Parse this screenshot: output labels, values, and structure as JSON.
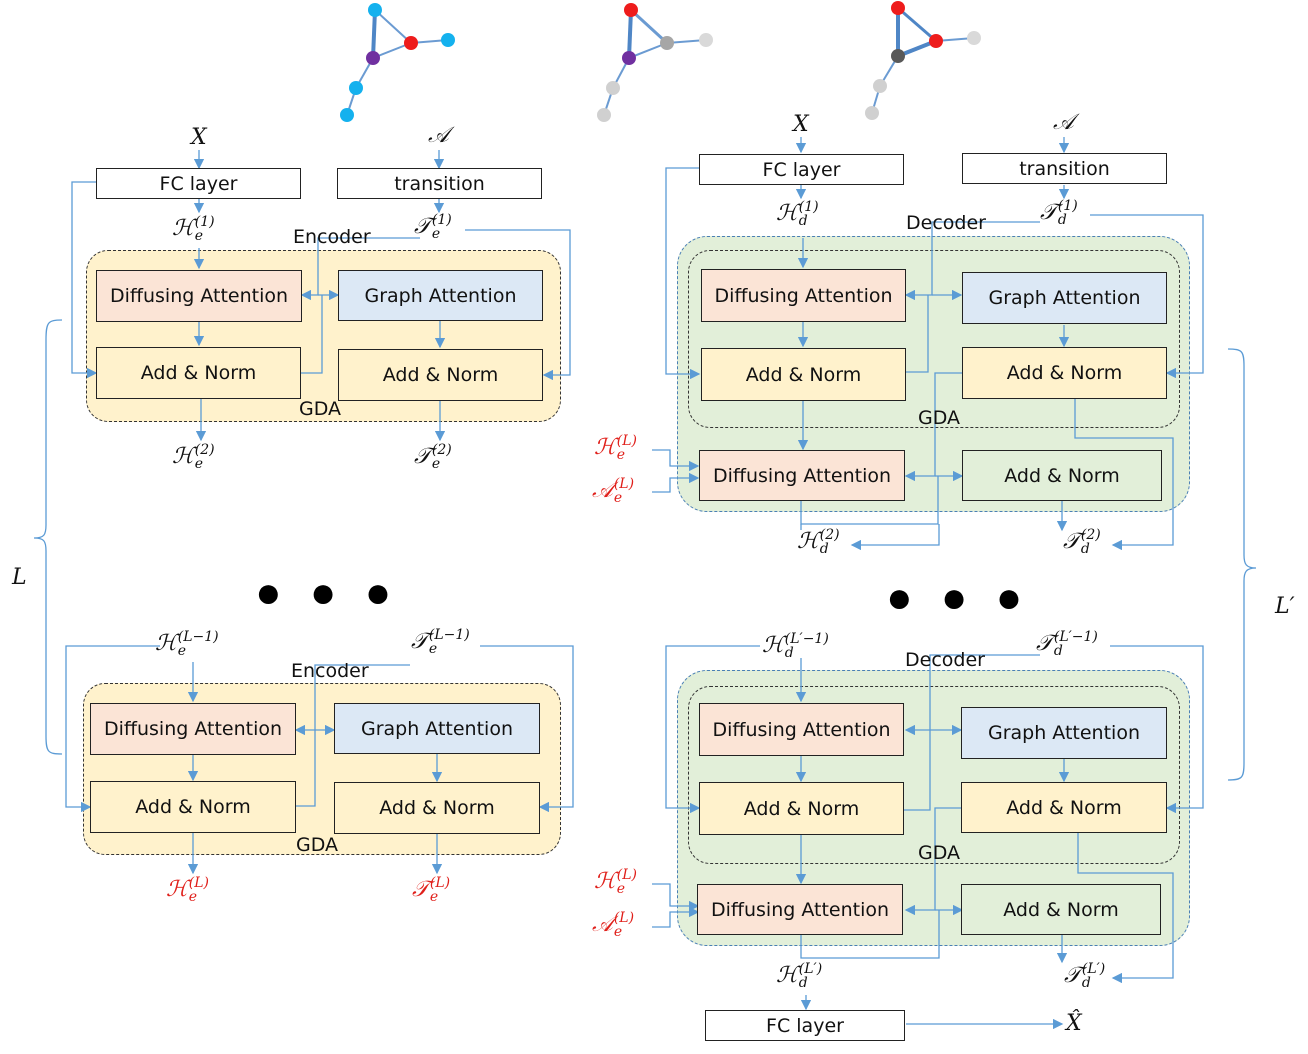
{
  "encoder": {
    "input_x": "X",
    "input_a": "𝒜",
    "fc_label": "FC layer",
    "transition_label": "transition",
    "block_label": "Encoder",
    "gda_label": "GDA",
    "diffusing_label": "Diffusing Attention",
    "graph_label": "Graph Attention",
    "addnorm_label": "Add & Norm",
    "h_sym": "ℋ",
    "t_sym": "𝒯",
    "sub": "e",
    "sup_1": "(1)",
    "sup_2": "(2)",
    "sup_lm1": "(L−1)",
    "sup_l": "(L)"
  },
  "decoder": {
    "input_x": "X",
    "input_a": "𝒜",
    "fc_label": "FC layer",
    "transition_label": "transition",
    "block_label": "Decoder",
    "gda_label": "GDA",
    "diffusing_label": "Diffusing Attention",
    "graph_label": "Graph Attention",
    "addnorm_label": "Add & Norm",
    "h_sym": "ℋ",
    "t_sym": "𝒯",
    "a_sym": "𝒜",
    "sub": "d",
    "sub_e": "e",
    "sup_1": "(1)",
    "sup_2": "(2)",
    "sup_lpm1": "(L′−1)",
    "sup_lp": "(L′)",
    "sup_l": "(L)",
    "output_fc_label": "FC layer",
    "output_x": "X̂"
  },
  "brackets": {
    "left_label": "L",
    "right_label": "L′"
  },
  "ellipsis": "● ● ●",
  "colors": {
    "red_node": "#ee1c1c",
    "blue_node": "#14b1ee",
    "purple_node": "#7030a0",
    "grey_node": "#bfbfbf",
    "darkgrey_node": "#595959",
    "edge": "#6b9bd2",
    "arrow": "#5b9bd5",
    "highlight_text": "#e0201b"
  }
}
